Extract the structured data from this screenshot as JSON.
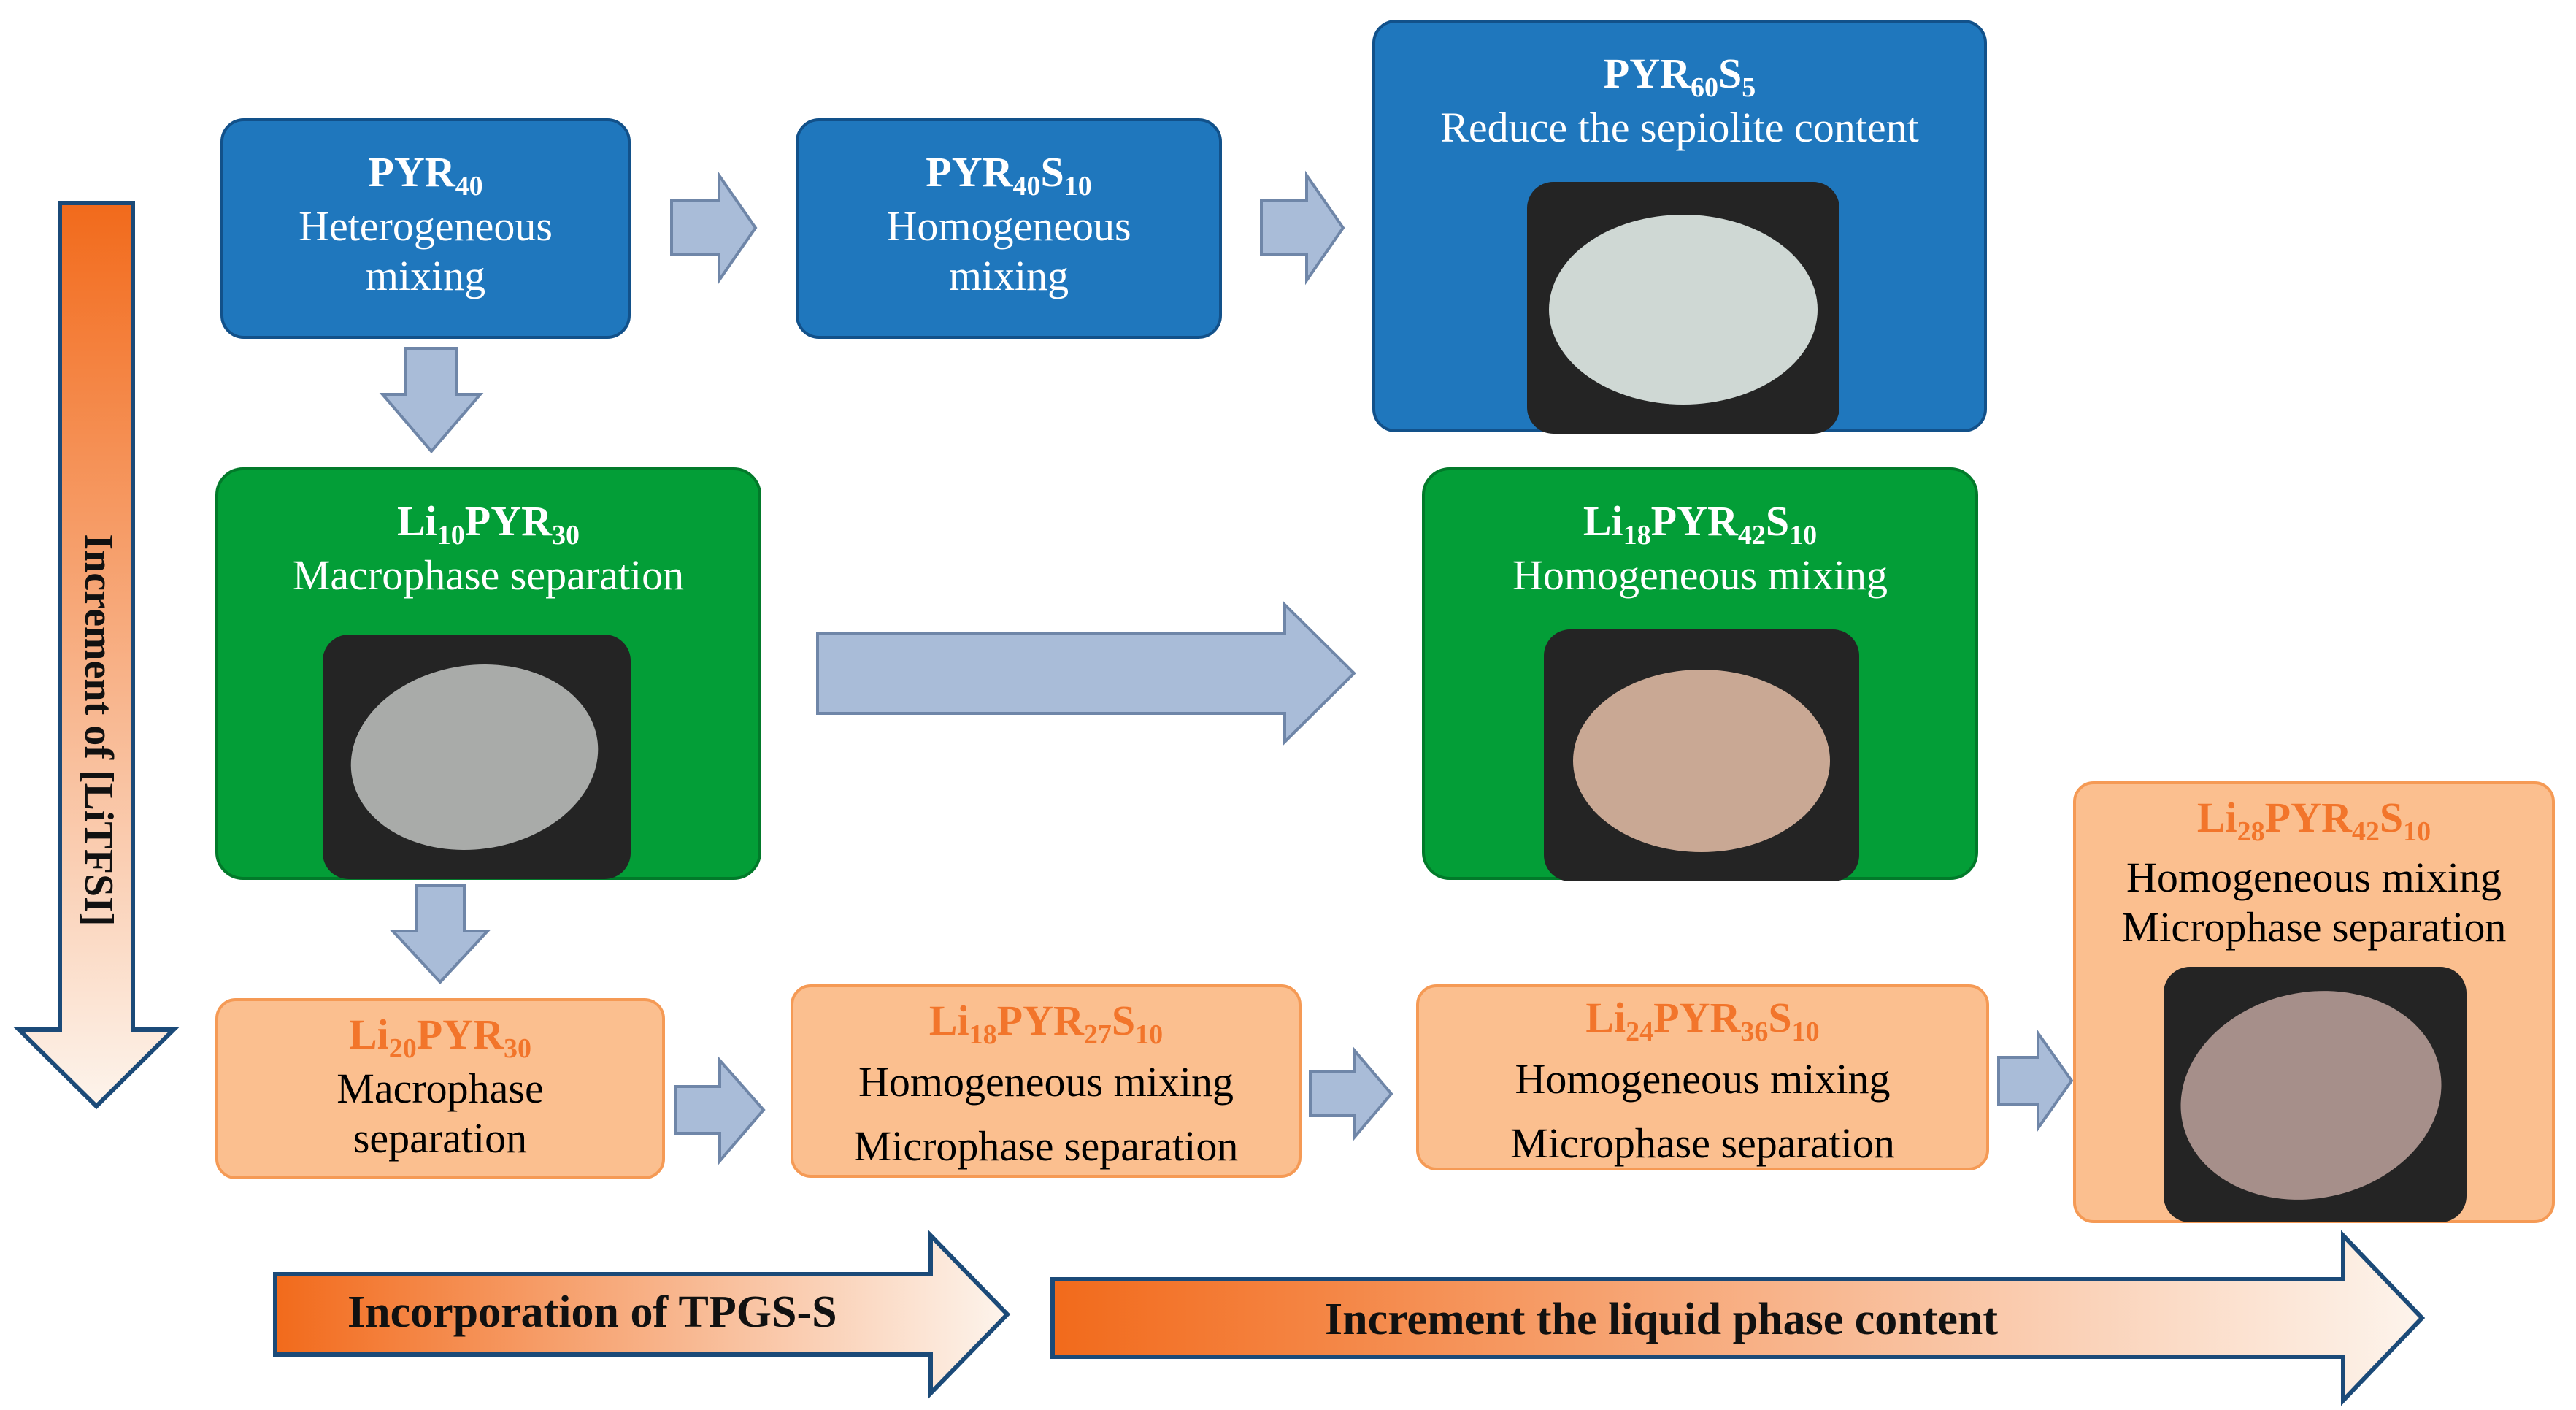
{
  "boxes": {
    "pyr40": {
      "formula": [
        "PYR",
        "40"
      ],
      "lines": [
        "Heterogeneous",
        "mixing"
      ]
    },
    "pyr40s10": {
      "formula": [
        "PYR",
        "40",
        "S",
        "10"
      ],
      "lines": [
        "Homogeneous",
        "mixing"
      ]
    },
    "pyr60s5": {
      "formula": [
        "PYR",
        "60",
        "S",
        "5"
      ],
      "lines": [
        "Reduce the sepiolite content"
      ]
    },
    "li10pyr30": {
      "formula": [
        "Li",
        "10",
        "PYR",
        "30"
      ],
      "lines": [
        "Macrophase separation"
      ]
    },
    "li18pyr42s10": {
      "formula": [
        "Li",
        "18",
        "PYR",
        "42",
        "S",
        "10"
      ],
      "lines": [
        "Homogeneous mixing"
      ]
    },
    "li20pyr30": {
      "formula": [
        "Li",
        "20",
        "PYR",
        "30"
      ],
      "lines": [
        "Macrophase",
        "separation"
      ]
    },
    "li18pyr27s10": {
      "formula": [
        "Li",
        "18",
        "PYR",
        "27",
        "S",
        "10"
      ],
      "lines": [
        "Homogeneous mixing",
        "Microphase separation"
      ]
    },
    "li24pyr36s10": {
      "formula": [
        "Li",
        "24",
        "PYR",
        "36",
        "S",
        "10"
      ],
      "lines": [
        "Homogeneous mixing",
        "Microphase separation"
      ]
    },
    "li28pyr42s10": {
      "formula": [
        "Li",
        "28",
        "PYR",
        "42",
        "S",
        "10"
      ],
      "lines": [
        "Homogeneous mixing",
        "Microphase separation"
      ]
    }
  },
  "axes": {
    "vertical": "Increment of [LiTFSI]",
    "bottom_left": "Incorporation of TPGS-S",
    "bottom_right": "Increment the liquid phase content"
  },
  "colors": {
    "blue_box": "#1f77bd",
    "green_box": "#039e37",
    "orange_box": "#fbbf8f",
    "orange_title": "#f2752b",
    "arrow_fill": "#a9bcd8",
    "arrow_stroke": "#6f86a8",
    "gradient_start": "#f26a1b",
    "gradient_end": "#fdf4ec",
    "outline_navy": "#1b4a78"
  }
}
